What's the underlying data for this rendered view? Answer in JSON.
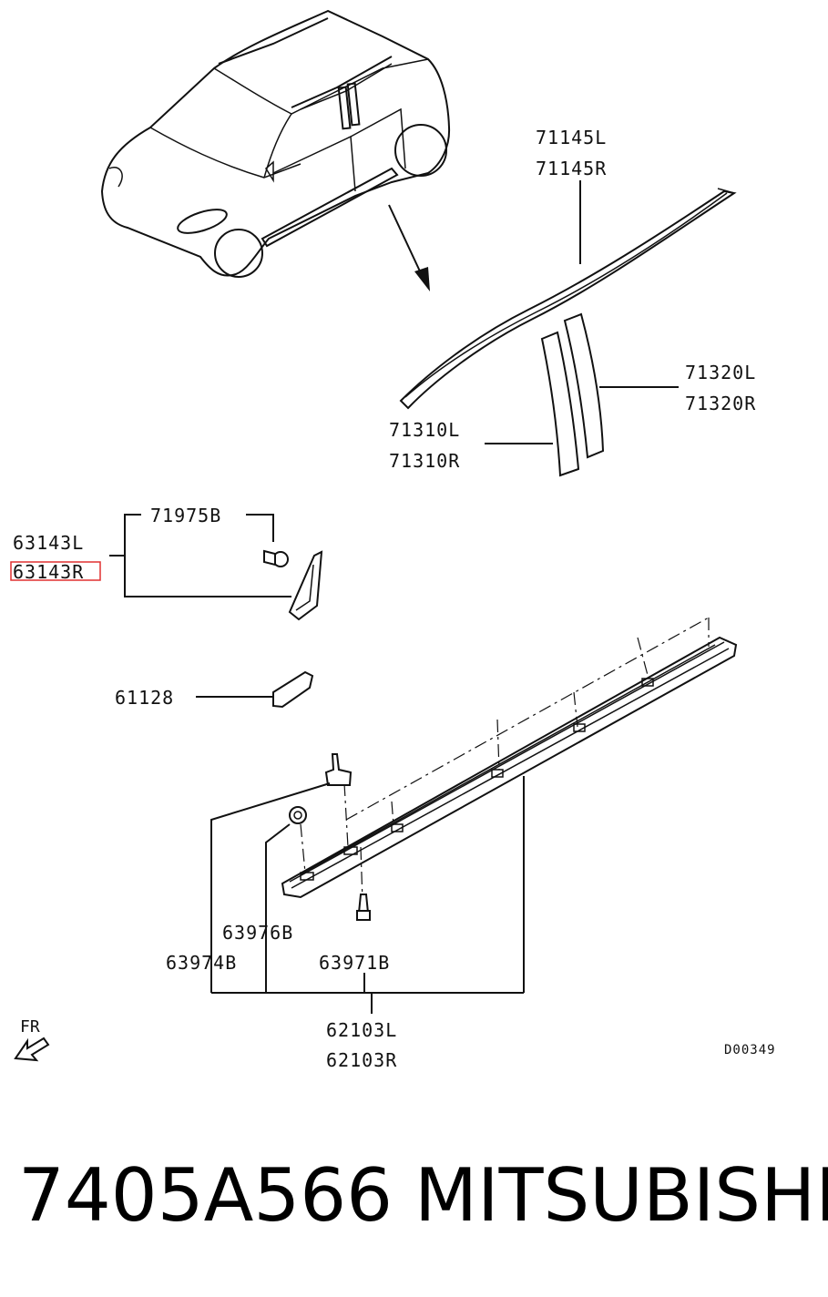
{
  "labels": {
    "p71145l": "71145L",
    "p71145r": "71145R",
    "p71320l": "71320L",
    "p71320r": "71320R",
    "p71310l": "71310L",
    "p71310r": "71310R",
    "p71975b": "71975B",
    "p63143l": "63143L",
    "p63143r": "63143R",
    "p61128": "61128",
    "p63976b": "63976B",
    "p63974b": "63974B",
    "p63971b": "63971B",
    "p62103l": "62103L",
    "p62103r": "62103R",
    "fr": "FR",
    "diagram_code": "D00349"
  },
  "footer": {
    "part_number": "7405A566",
    "brand": "MITSUBISHI"
  },
  "highlight": {
    "color": "#e03030",
    "target": "63143R"
  },
  "icons": [
    "car-illustration",
    "arrow-icon",
    "fr-arrow-icon",
    "clip-icon",
    "screw-icon"
  ]
}
